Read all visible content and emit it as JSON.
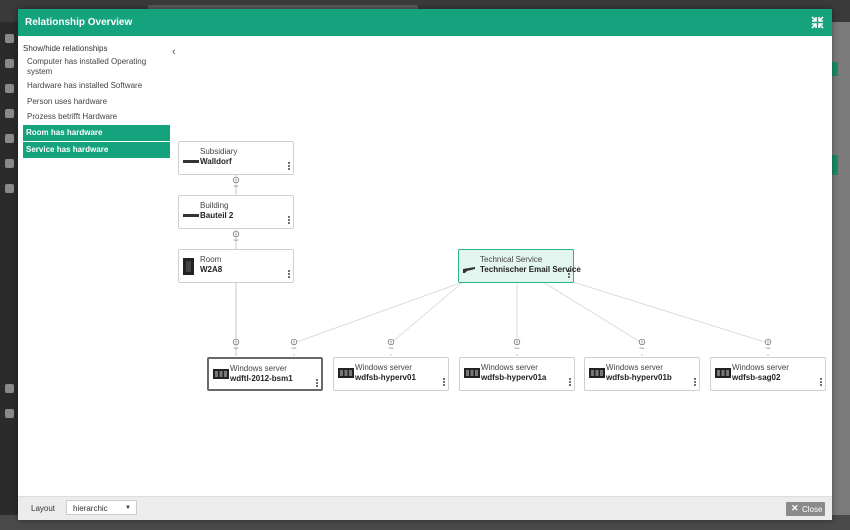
{
  "dialog": {
    "title": "Relationship Overview"
  },
  "panel": {
    "heading": "Show/hide relationships",
    "items": [
      {
        "label": "Computer has installed Operating system",
        "active": false
      },
      {
        "label": "Hardware has installed Software",
        "active": false
      },
      {
        "label": "Person uses hardware",
        "active": false
      },
      {
        "label": "Prozess betrifft Hardware",
        "active": false
      },
      {
        "label": "Room has hardware",
        "active": true
      },
      {
        "label": "Service has hardware",
        "active": true
      }
    ]
  },
  "graph": {
    "edge_label": "has",
    "nodes": [
      {
        "id": "subsidiary",
        "type": "Subsidiary",
        "name": "Walldorf",
        "icon": "building-icon"
      },
      {
        "id": "building",
        "type": "Building",
        "name": "Bauteil 2",
        "icon": "building-icon"
      },
      {
        "id": "room",
        "type": "Room",
        "name": "W2A8",
        "icon": "door-icon"
      },
      {
        "id": "service",
        "type": "Technical Service",
        "name": "Technischer Email Service",
        "icon": "service-icon"
      },
      {
        "id": "srv1",
        "type": "Windows server",
        "name": "wdftl-2012-bsm1",
        "icon": "server-icon"
      },
      {
        "id": "srv2",
        "type": "Windows server",
        "name": "wdfsb-hyperv01",
        "icon": "server-icon"
      },
      {
        "id": "srv3",
        "type": "Windows server",
        "name": "wdfsb-hyperv01a",
        "icon": "server-icon"
      },
      {
        "id": "srv4",
        "type": "Windows server",
        "name": "wdfsb-hyperv01b",
        "icon": "server-icon"
      },
      {
        "id": "srv5",
        "type": "Windows server",
        "name": "wdfsb-sag02",
        "icon": "server-icon"
      }
    ]
  },
  "footer": {
    "layout_label": "Layout",
    "layout_value": "hierarchic",
    "close_label": "Close"
  },
  "colors": {
    "accent": "#15a37d",
    "highlight": "#e3f5ef"
  }
}
